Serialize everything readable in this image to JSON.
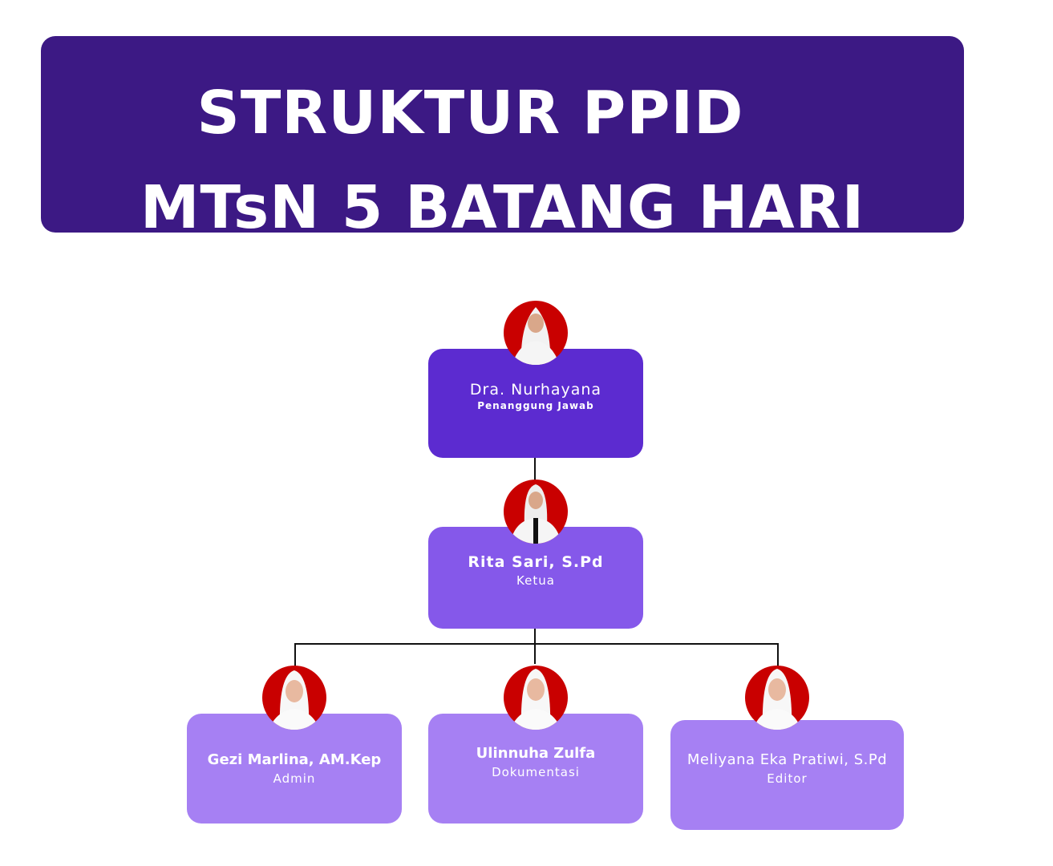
{
  "title": {
    "line1": "STRUKTUR PPID",
    "line2": "MTsN 5 BATANG HARI"
  },
  "colors": {
    "banner": "#3c1984",
    "level1": "#5c2bd0",
    "level2": "#8558ea",
    "level3": "#a680f3",
    "photo_bg": "#c90000"
  },
  "members": [
    {
      "name": "Dra. Nurhayana",
      "role": "Penanggung Jawab"
    },
    {
      "name": "Rita  Sari, S.Pd",
      "role": "Ketua"
    },
    {
      "name": "Gezi Marlina, AM.Kep",
      "role": "Admin"
    },
    {
      "name": "Ulinnuha Zulfa",
      "role": "Dokumentasi"
    },
    {
      "name": "Meliyana Eka Pratiwi, S.Pd",
      "role": "Editor"
    }
  ]
}
